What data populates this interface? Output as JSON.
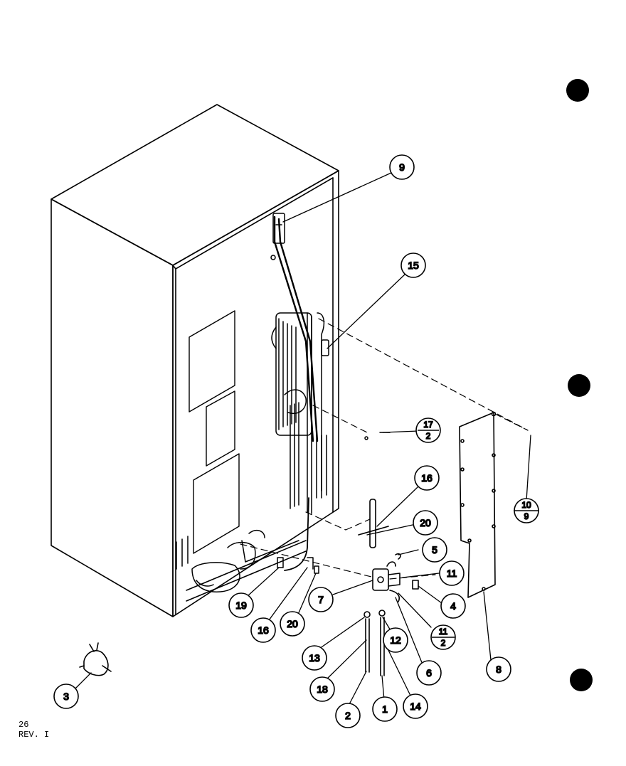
{
  "footer": {
    "code": "26",
    "revision": "REV. I"
  },
  "callouts": [
    {
      "id": "c9",
      "label": "9"
    },
    {
      "id": "c15",
      "label": "15"
    },
    {
      "id": "c16a",
      "label": "16"
    },
    {
      "id": "c20a",
      "label": "20"
    },
    {
      "id": "c5",
      "label": "5"
    },
    {
      "id": "c11",
      "label": "11"
    },
    {
      "id": "c4",
      "label": "4"
    },
    {
      "id": "c7",
      "label": "7"
    },
    {
      "id": "c19",
      "label": "19"
    },
    {
      "id": "c16b",
      "label": "16"
    },
    {
      "id": "c20b",
      "label": "20"
    },
    {
      "id": "c13",
      "label": "13"
    },
    {
      "id": "c12",
      "label": "12"
    },
    {
      "id": "c6",
      "label": "6"
    },
    {
      "id": "c8",
      "label": "8"
    },
    {
      "id": "c18",
      "label": "18"
    },
    {
      "id": "c2",
      "label": "2"
    },
    {
      "id": "c1",
      "label": "1"
    },
    {
      "id": "c14",
      "label": "14"
    },
    {
      "id": "c3",
      "label": "3"
    }
  ],
  "fraction_callouts": [
    {
      "id": "f17",
      "numerator": "17",
      "denominator": "2"
    },
    {
      "id": "f10",
      "numerator": "10",
      "denominator": "9"
    },
    {
      "id": "f11",
      "numerator": "11",
      "denominator": "2"
    }
  ]
}
